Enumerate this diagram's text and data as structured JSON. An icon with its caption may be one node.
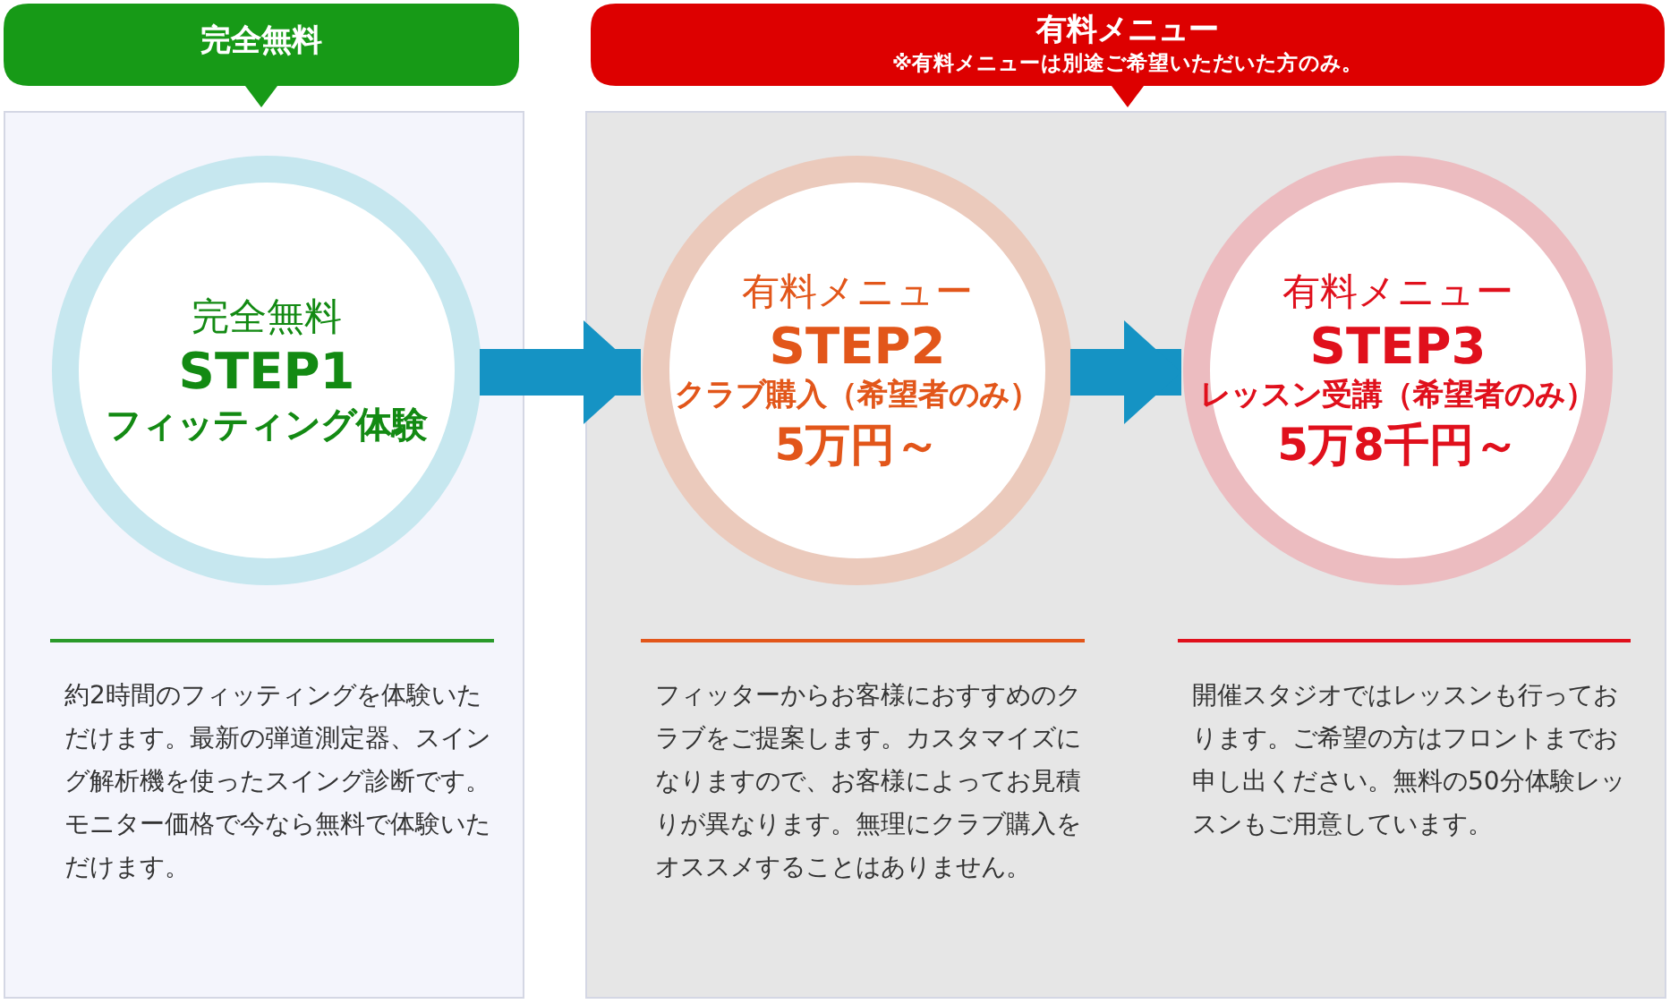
{
  "diagram": {
    "nodes": [
      {
        "text": [
          "完全無料"
        ]
      },
      {
        "text": [],
        "shape": "box"
      },
      {
        "text": [
          "完全無料",
          "STEP1",
          "フィッティング体験"
        ],
        "in": 1,
        "beside": [
          "約2時間のフィッティングを体験いただけます。最新の弾道測定器、スイング解析機を使ったスイング診断です。モニター価格で今なら無料で体験いただけます。"
        ]
      },
      {
        "text": [
          "有料メニュー",
          "※有料メニューは別途ご希望いただいた方のみ。"
        ]
      },
      {
        "text": [],
        "shape": "box"
      },
      {
        "text": [
          "有料メニュー",
          "STEP2",
          "クラブ購入（希望者のみ）",
          "5万円～"
        ],
        "in": 4,
        "beside": [
          "フィッターからお客様におすすめのクラブをご提案します。カスタマイズになりますので、お客様によってお見積りが異なります。無理にクラブ購入をオススメすることはありません。"
        ]
      },
      {
        "text": [
          "有料メニュー",
          "STEP3",
          "レッスン受講（希望者のみ）",
          "5万8千円～"
        ],
        "in": 4,
        "beside": [
          "開催スタジオではレッスンも行っております。ご希望の方はフロントまでお申し出ください。無料の50分体験レッスンもご用意しています。"
        ]
      }
    ],
    "edges": [
      {
        "from": 2,
        "to": 5,
        "arrow": "to"
      },
      {
        "from": 5,
        "to": 6,
        "arrow": "to"
      }
    ]
  }
}
